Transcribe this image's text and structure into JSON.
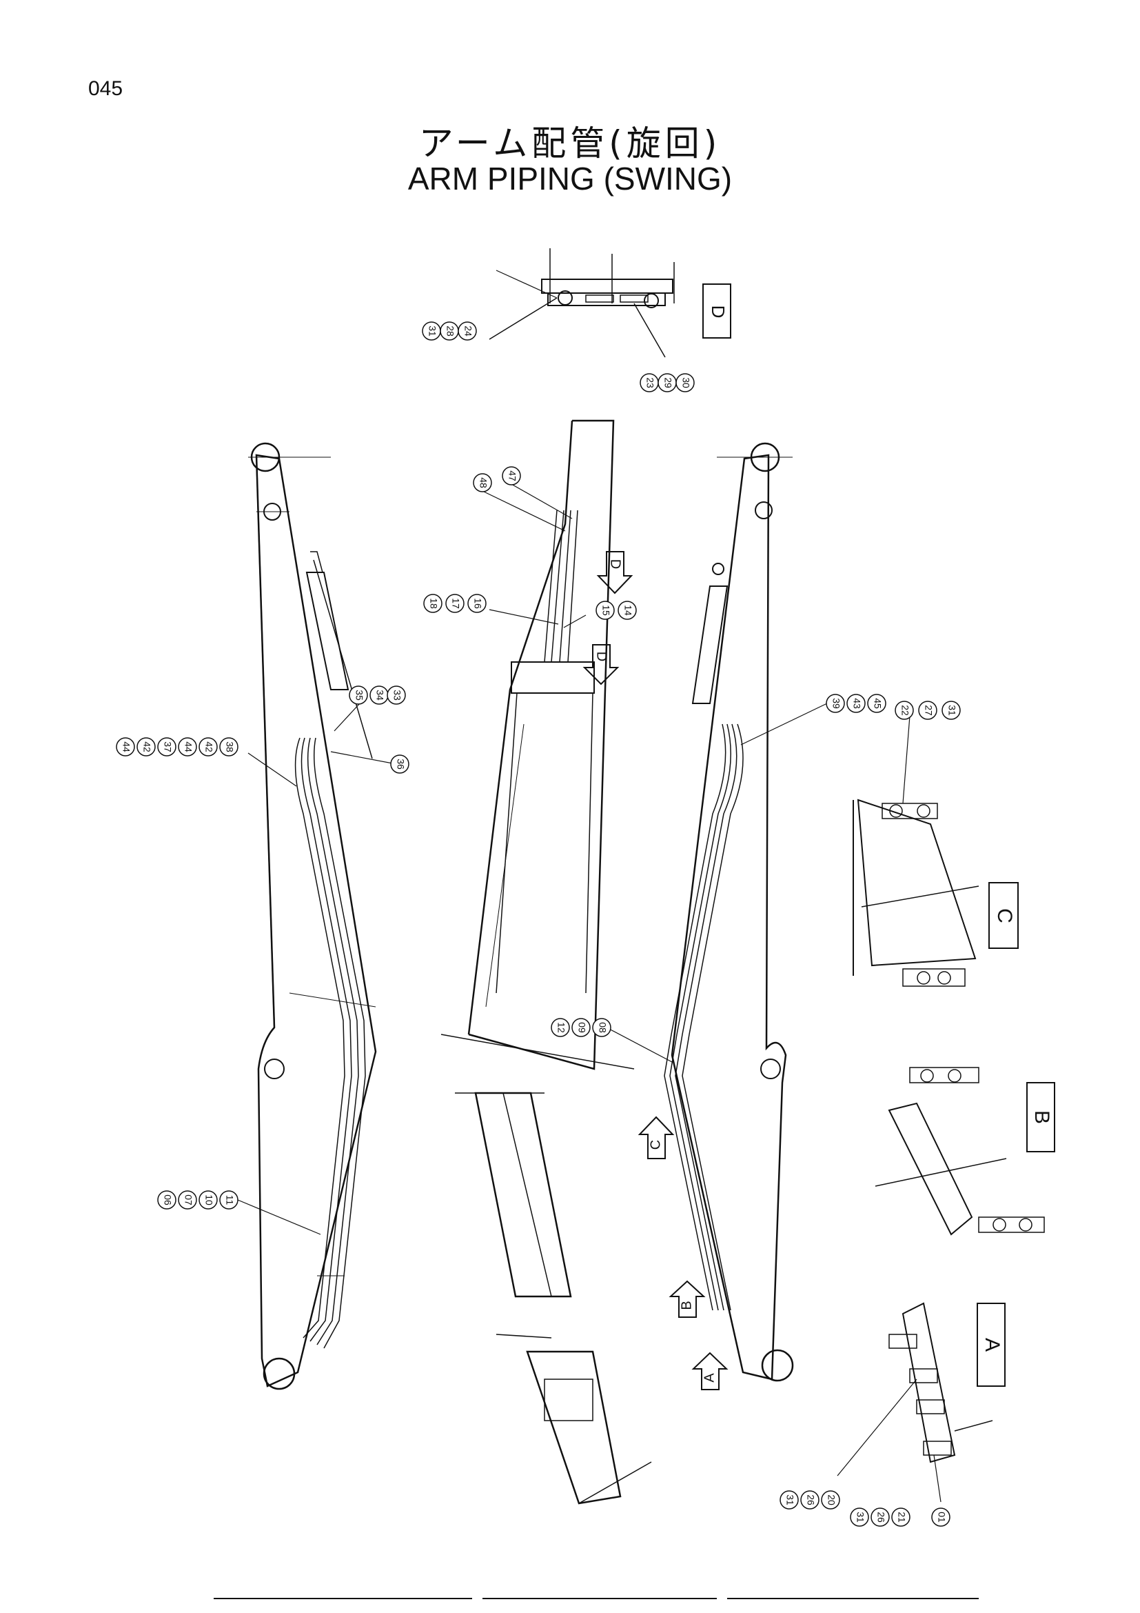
{
  "page": {
    "number": "045"
  },
  "title": {
    "jp": "アーム配管(旋回)",
    "en": "ARM PIPING (SWING)"
  },
  "views": [
    "D",
    "C",
    "B",
    "A"
  ],
  "markers": [
    "D",
    "D",
    "C",
    "B",
    "A"
  ],
  "callouts": [
    "31",
    "28",
    "24",
    "23",
    "29",
    "30",
    "47",
    "48",
    "18",
    "17",
    "16",
    "15",
    "14",
    "35",
    "34",
    "33",
    "36",
    "44",
    "42",
    "37",
    "44",
    "42",
    "38",
    "39",
    "43",
    "45",
    "22",
    "27",
    "31",
    "12",
    "09",
    "08",
    "06",
    "07",
    "10",
    "11",
    "31",
    "26",
    "20",
    "31",
    "26",
    "21",
    "01"
  ]
}
